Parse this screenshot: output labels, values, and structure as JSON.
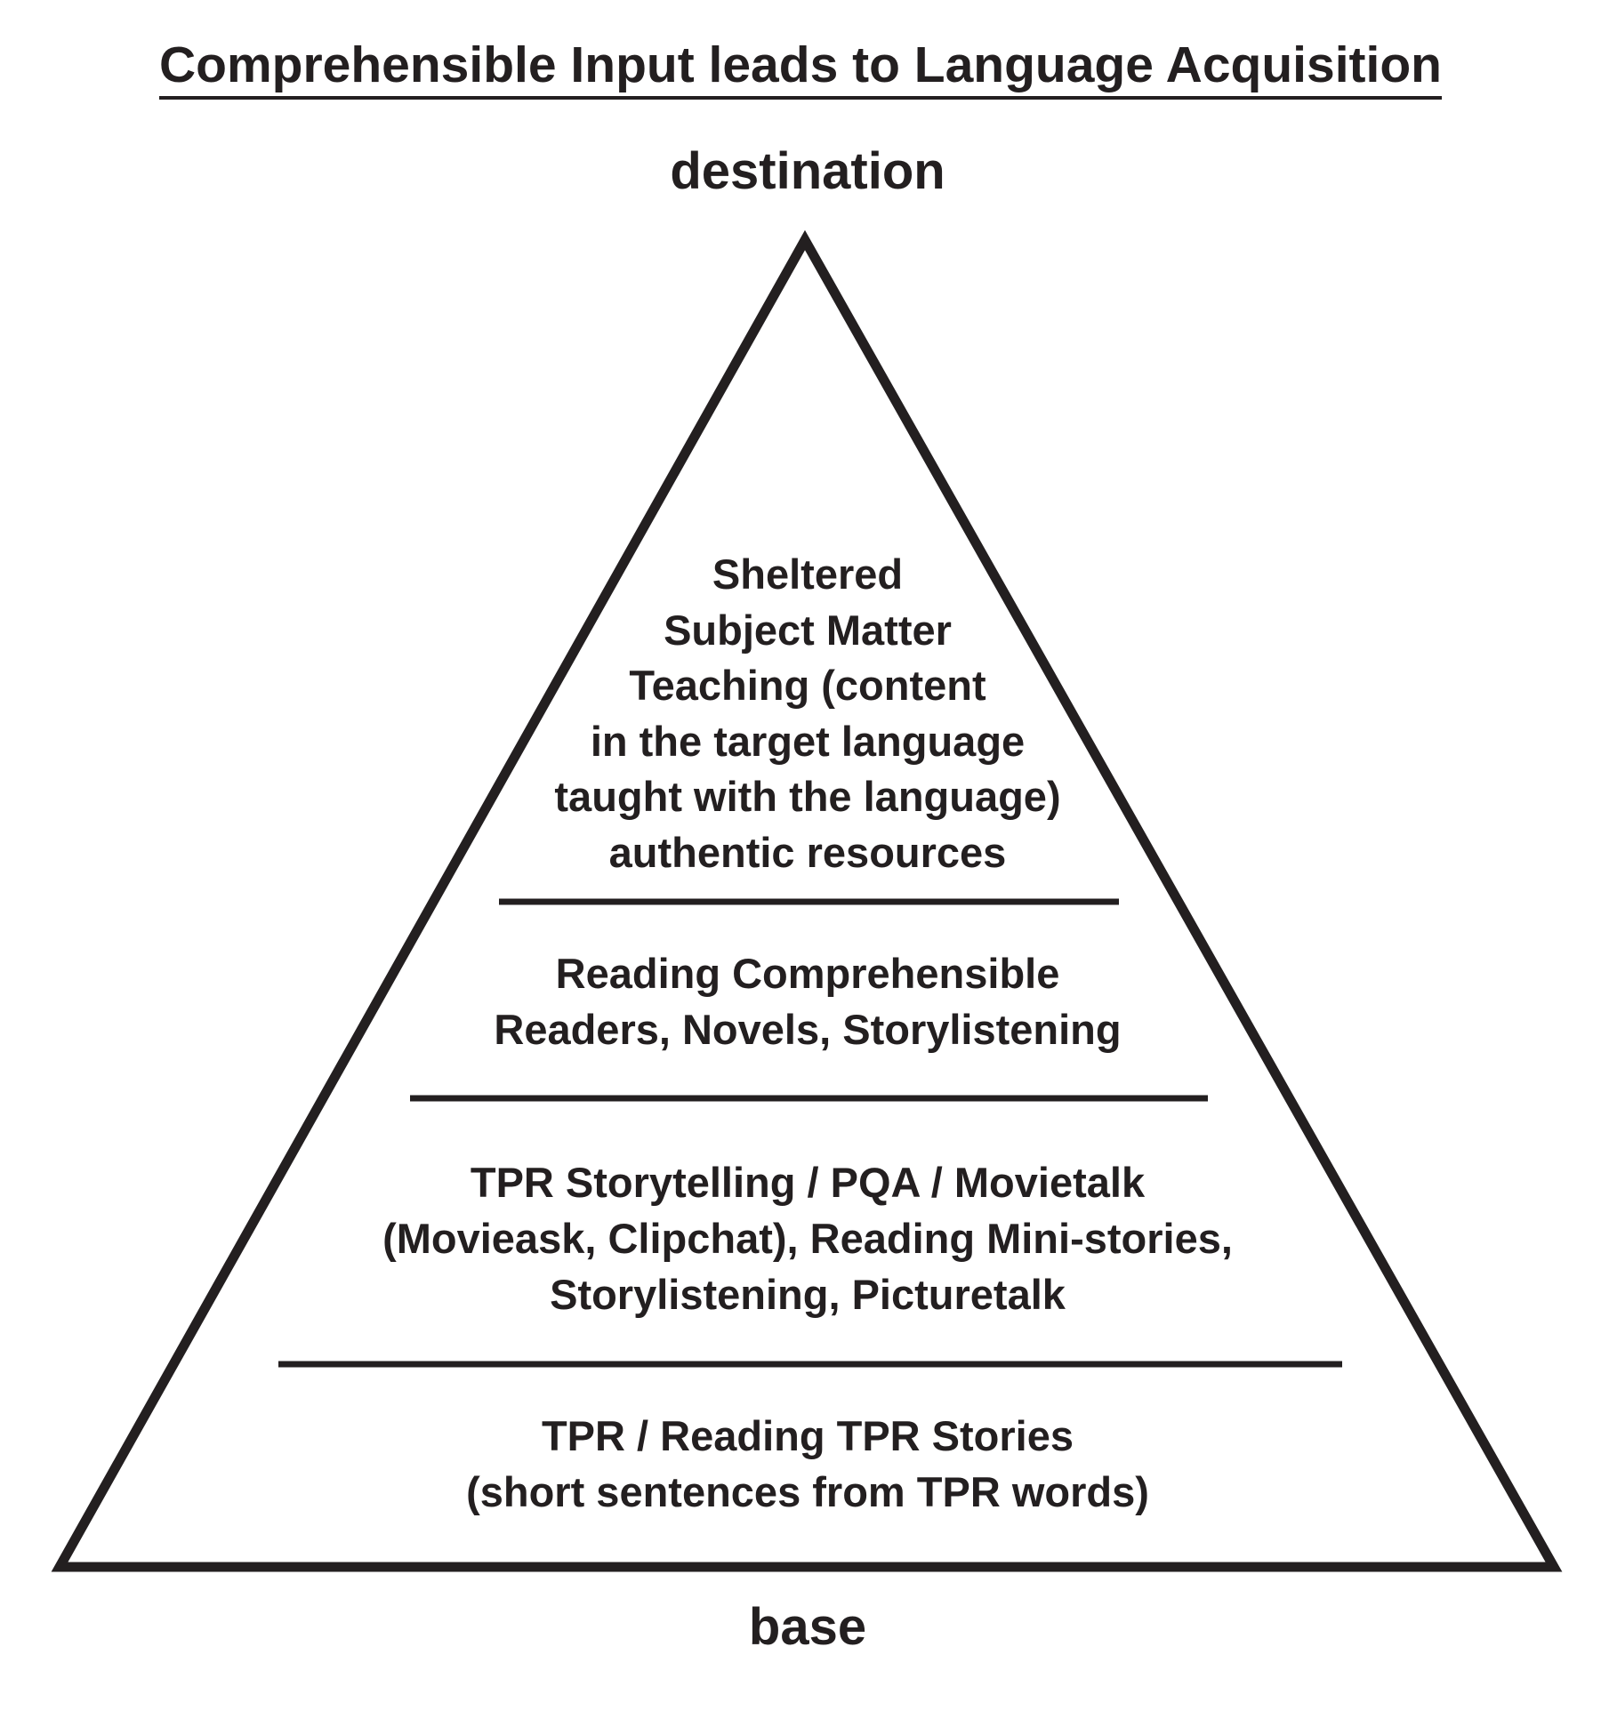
{
  "title": "Comprehensible Input leads to Language Acquisition",
  "apex_label": "destination",
  "base_label": "base",
  "tiers": [
    {
      "lines": [
        "Sheltered",
        "Subject Matter",
        "Teaching (content",
        "in the target language",
        "taught with the language)",
        "authentic resources"
      ]
    },
    {
      "lines": [
        "Reading Comprehensible",
        "Readers, Novels,  Storylistening"
      ]
    },
    {
      "lines": [
        "TPR Storytelling / PQA / Movietalk",
        "(Movieask, Clipchat), Reading Mini-stories,",
        "Storylistening, Picturetalk"
      ]
    },
    {
      "lines": [
        "TPR / Reading TPR Stories",
        "(short sentences from TPR words)"
      ]
    }
  ],
  "colors": {
    "ink": "#231f20",
    "background": "#ffffff"
  }
}
